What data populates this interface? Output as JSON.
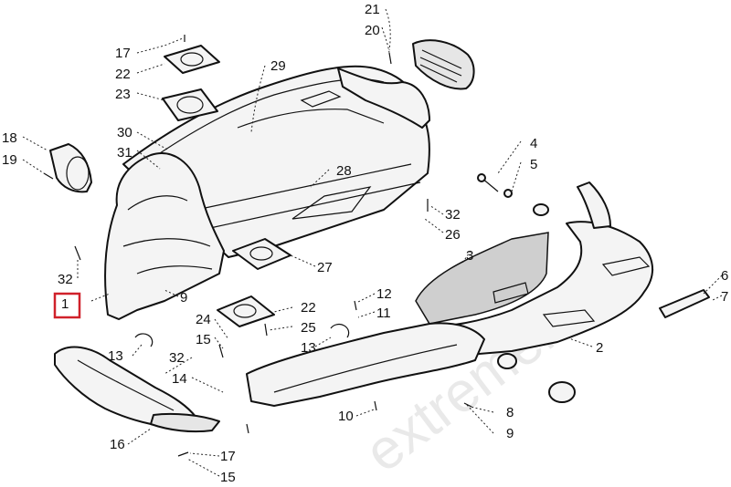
{
  "diagram": {
    "title": "Snowmobile belly pan / body parts exploded view",
    "highlighted_part": "1",
    "watermark": "extremelife.ru",
    "colors": {
      "line": "#111111",
      "highlight": "#d0212a",
      "background": "#ffffff"
    },
    "callouts": [
      {
        "id": "c21",
        "label": "21"
      },
      {
        "id": "c20",
        "label": "20"
      },
      {
        "id": "c17a",
        "label": "17"
      },
      {
        "id": "c22a",
        "label": "22"
      },
      {
        "id": "c23",
        "label": "23"
      },
      {
        "id": "c29",
        "label": "29"
      },
      {
        "id": "c18",
        "label": "18"
      },
      {
        "id": "c19",
        "label": "19"
      },
      {
        "id": "c30",
        "label": "30"
      },
      {
        "id": "c31",
        "label": "31"
      },
      {
        "id": "c28",
        "label": "28"
      },
      {
        "id": "c4",
        "label": "4"
      },
      {
        "id": "c5",
        "label": "5"
      },
      {
        "id": "c32a",
        "label": "32"
      },
      {
        "id": "c26",
        "label": "26"
      },
      {
        "id": "c3",
        "label": "3"
      },
      {
        "id": "c27",
        "label": "27"
      },
      {
        "id": "c32b",
        "label": "32"
      },
      {
        "id": "c1",
        "label": "1"
      },
      {
        "id": "c9a",
        "label": "9"
      },
      {
        "id": "c22b",
        "label": "22"
      },
      {
        "id": "c12",
        "label": "12"
      },
      {
        "id": "c11",
        "label": "11"
      },
      {
        "id": "c6",
        "label": "6"
      },
      {
        "id": "c7",
        "label": "7"
      },
      {
        "id": "c24",
        "label": "24"
      },
      {
        "id": "c25",
        "label": "25"
      },
      {
        "id": "c15a",
        "label": "15"
      },
      {
        "id": "c13a",
        "label": "13"
      },
      {
        "id": "c13b",
        "label": "13"
      },
      {
        "id": "c32c",
        "label": "32"
      },
      {
        "id": "c14",
        "label": "14"
      },
      {
        "id": "c2",
        "label": "2"
      },
      {
        "id": "c10",
        "label": "10"
      },
      {
        "id": "c8",
        "label": "8"
      },
      {
        "id": "c9b",
        "label": "9"
      },
      {
        "id": "c16",
        "label": "16"
      },
      {
        "id": "c17b",
        "label": "17"
      },
      {
        "id": "c15b",
        "label": "15"
      }
    ]
  }
}
